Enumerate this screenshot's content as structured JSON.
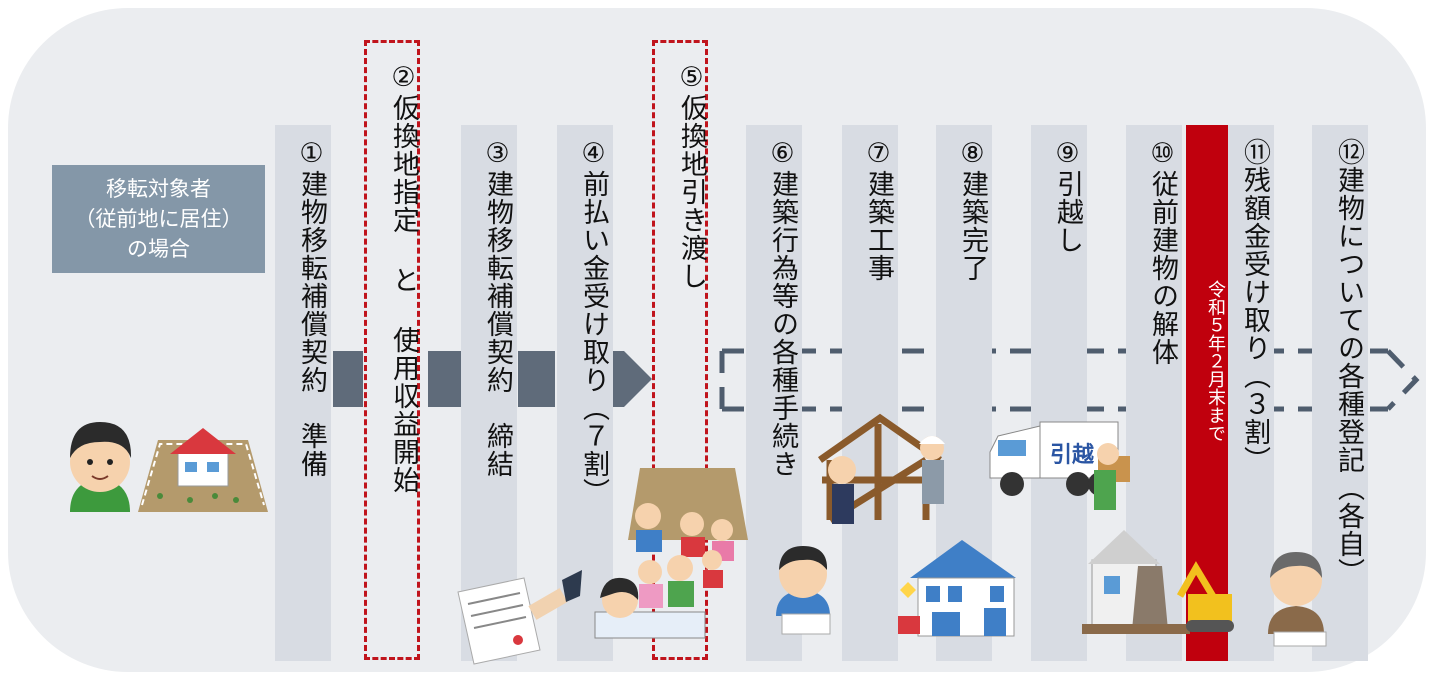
{
  "colors": {
    "panel": "#ebedf0",
    "column": "#d8dce3",
    "target_box": "#8497a8",
    "arrow": "#5f6b7a",
    "deadline": "#c0000d",
    "highlight_border": "#c0141c"
  },
  "target_box": {
    "line1": "移転対象者",
    "line2": "（従前地に居住）",
    "line3": "の場合"
  },
  "steps": [
    {
      "label": "①建物移転補償契約　準備",
      "highlighted": false
    },
    {
      "label": "②仮換地指定 と 使用収益開始",
      "highlighted": true
    },
    {
      "label": "③建物移転補償契約　締結",
      "highlighted": false
    },
    {
      "label": "④前払い金受け取り（７割）",
      "highlighted": false
    },
    {
      "label": "⑤仮換地引き渡し",
      "highlighted": true
    },
    {
      "label": "⑥建築行為等の各種手続き",
      "highlighted": false
    },
    {
      "label": "⑦建築工事",
      "highlighted": false
    },
    {
      "label": "⑧建築完了",
      "highlighted": false
    },
    {
      "label": "⑨引越し",
      "highlighted": false
    },
    {
      "label": "⑩従前建物の解体",
      "highlighted": false
    },
    {
      "label": "⑪残額金受け取り（３割）",
      "highlighted": false
    },
    {
      "label": "⑫建物についての各種登記（各自）",
      "highlighted": false
    }
  ],
  "deadline": {
    "label": "令和５年２月末まで"
  },
  "truck": {
    "text": "引越"
  },
  "icons": [
    "person-icon",
    "house-icon",
    "contract-icon",
    "people-icon",
    "construction-icon",
    "truck-icon",
    "new-house-icon",
    "demolition-icon",
    "elder-person-icon"
  ]
}
